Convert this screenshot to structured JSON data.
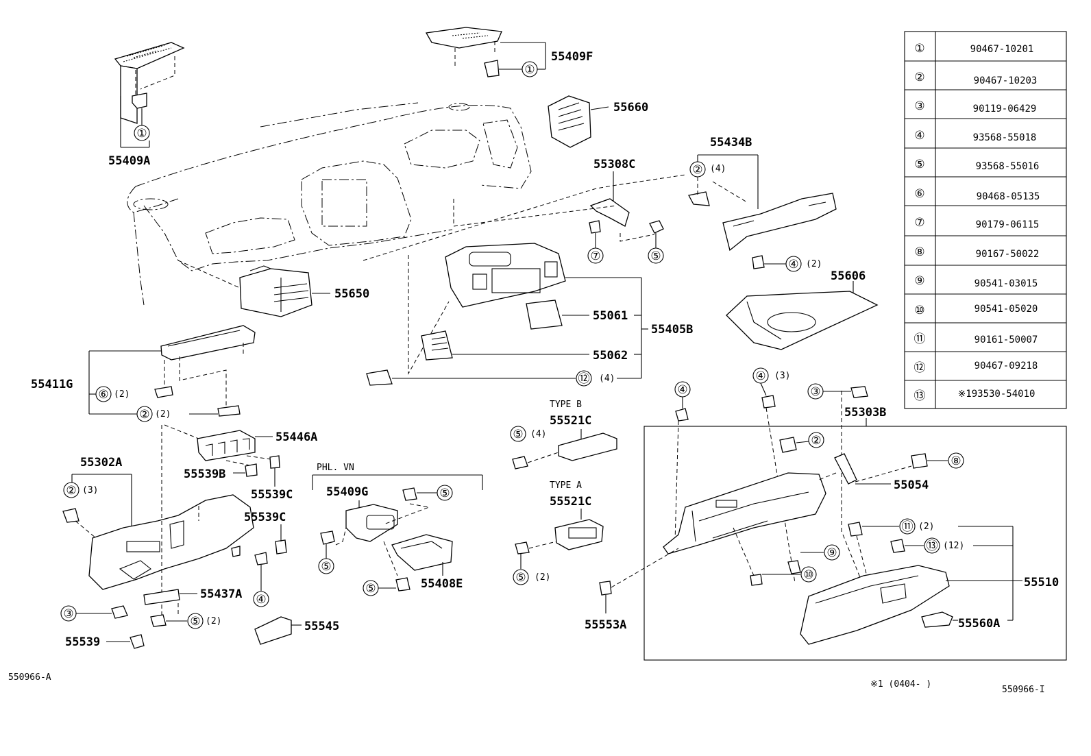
{
  "parts_table": [
    {
      "ref": "①",
      "part": "90467-10201"
    },
    {
      "ref": "②",
      "part": "90467-10203"
    },
    {
      "ref": "③",
      "part": "90119-06429"
    },
    {
      "ref": "④",
      "part": "93568-55018"
    },
    {
      "ref": "⑤",
      "part": "93568-55016"
    },
    {
      "ref": "⑥",
      "part": "90468-05135"
    },
    {
      "ref": "⑦",
      "part": "90179-06115"
    },
    {
      "ref": "⑧",
      "part": "90167-50022"
    },
    {
      "ref": "⑨",
      "part": "90541-03015"
    },
    {
      "ref": "⑩",
      "part": "90541-05020"
    },
    {
      "ref": "⑪",
      "part": "90161-50007"
    },
    {
      "ref": "⑫",
      "part": "90467-09218"
    },
    {
      "ref": "⑬",
      "part": "※193530-54010"
    }
  ],
  "part_labels": [
    "55409F",
    "55409A",
    "55660",
    "55434B",
    "55308C",
    "55650",
    "55606",
    "55061",
    "55405B",
    "55062",
    "55411G",
    "55446A",
    "55539B",
    "55539C",
    "55539C",
    "55302A",
    "55437A",
    "55539",
    "55545",
    "55409G",
    "55408E",
    "55521C",
    "55521C",
    "55303B",
    "55054",
    "55510",
    "55553A",
    "55560A"
  ],
  "callouts": [
    {
      "ref": "①",
      "qty": ""
    },
    {
      "ref": "①",
      "qty": ""
    },
    {
      "ref": "②",
      "qty": "(4)"
    },
    {
      "ref": "⑦",
      "qty": ""
    },
    {
      "ref": "⑤",
      "qty": ""
    },
    {
      "ref": "④",
      "qty": "(2)"
    },
    {
      "ref": "⑫",
      "qty": "(4)"
    },
    {
      "ref": "⑥",
      "qty": "(2)"
    },
    {
      "ref": "②",
      "qty": "(2)"
    },
    {
      "ref": "②",
      "qty": "(3)"
    },
    {
      "ref": "③",
      "qty": ""
    },
    {
      "ref": "④",
      "qty": ""
    },
    {
      "ref": "⑤",
      "qty": "(2)"
    },
    {
      "ref": "⑤",
      "qty": ""
    },
    {
      "ref": "⑤",
      "qty": ""
    },
    {
      "ref": "⑤",
      "qty": ""
    },
    {
      "ref": "⑤",
      "qty": "(4)"
    },
    {
      "ref": "⑤",
      "qty": "(2)"
    },
    {
      "ref": "④",
      "qty": ""
    },
    {
      "ref": "④",
      "qty": "(3)"
    },
    {
      "ref": "③",
      "qty": ""
    },
    {
      "ref": "②",
      "qty": ""
    },
    {
      "ref": "⑧",
      "qty": ""
    },
    {
      "ref": "⑨",
      "qty": ""
    },
    {
      "ref": "⑩",
      "qty": ""
    },
    {
      "ref": "⑪",
      "qty": "(2)"
    },
    {
      "ref": "⑬",
      "qty": "(12)"
    }
  ],
  "notes": {
    "type_b": "TYPE B",
    "type_a": "TYPE A",
    "phl_vn": "PHL. VN",
    "ref_left": "550966-A",
    "footnote": "※1 (0404-     )",
    "ref_right": "550966-I"
  }
}
